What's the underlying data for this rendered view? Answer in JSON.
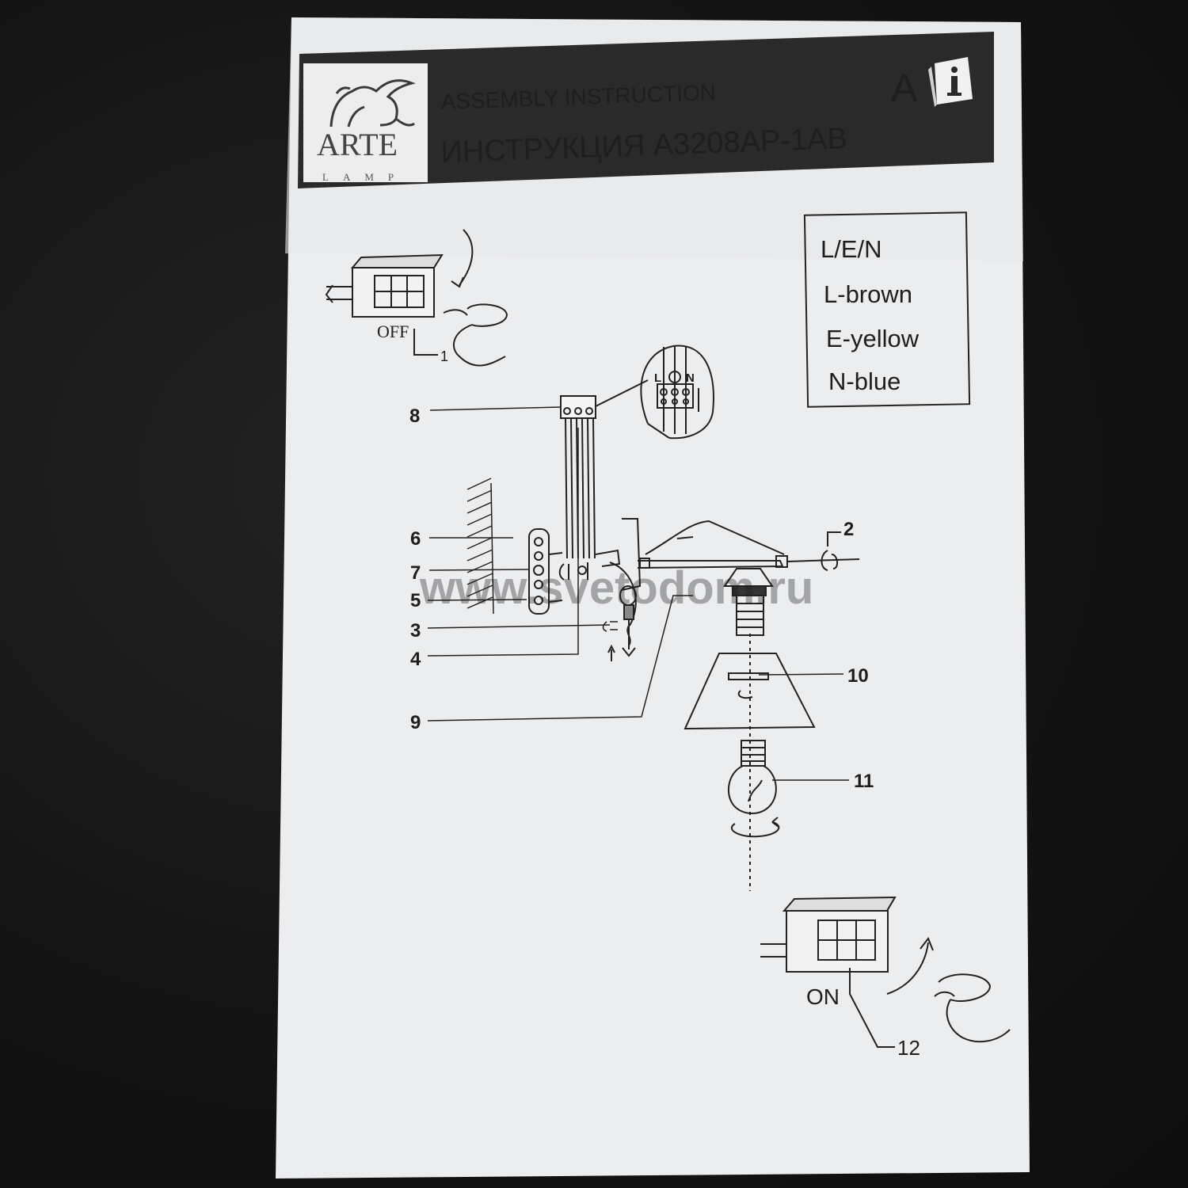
{
  "header": {
    "logo_text": "ARTE",
    "logo_sub": "LAMP",
    "title_en": "ASSEMBLY INSTRUCTION",
    "title_ru": "ИНСТРУКЦИЯ A3208AP-1AB",
    "badge_letter": "A",
    "info_icon": "info-book-icon"
  },
  "legend": {
    "title": "L/E/N",
    "items": [
      "L-brown",
      "E-yellow",
      "N-blue"
    ]
  },
  "switch_off": {
    "label": "OFF",
    "callout": "1"
  },
  "switch_on": {
    "label": "ON",
    "callout": "12"
  },
  "terminal_detail": {
    "labels": [
      "L",
      "N"
    ]
  },
  "callouts": {
    "c2": "2",
    "c3": "3",
    "c4": "4",
    "c5": "5",
    "c6": "6",
    "c7": "7",
    "c8": "8",
    "c9": "9",
    "c10": "10",
    "c11": "11"
  },
  "watermark": "www.svetodom.ru",
  "colors": {
    "paper": "#ecedef",
    "ink": "#1e1e1e",
    "header_band": "#2a2a2a",
    "background": "#151515"
  }
}
